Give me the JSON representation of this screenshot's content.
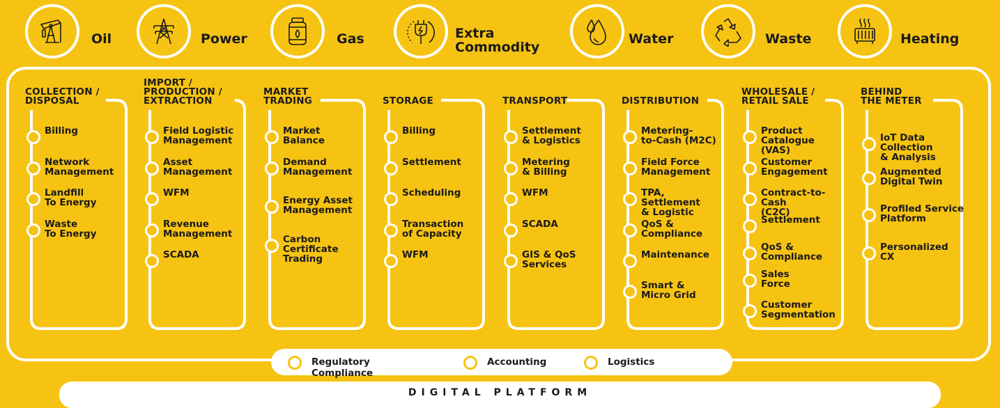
{
  "colors": {
    "background": "#f6c313",
    "line": "#ffffff",
    "text": "#1a1a1a"
  },
  "commodities": [
    {
      "label": "Oil",
      "icon": "oil-pump-icon"
    },
    {
      "label": "Power",
      "icon": "power-tower-icon"
    },
    {
      "label": "Gas",
      "icon": "gas-cylinder-icon"
    },
    {
      "label": "Extra\nCommodity",
      "icon": "plug-icon"
    },
    {
      "label": "Water",
      "icon": "water-drop-icon"
    },
    {
      "label": "Waste",
      "icon": "recycle-icon"
    },
    {
      "label": "Heating",
      "icon": "radiator-icon"
    }
  ],
  "columns": [
    {
      "title": "COLLECTION /\nDISPOSAL",
      "items": [
        "Billing",
        "Network\nManagement",
        "Landfill\nTo Energy",
        "Waste\nTo Energy"
      ]
    },
    {
      "title": "IMPORT /\nPRODUCTION /\nEXTRACTION",
      "items": [
        "Field Logistic\nManagement",
        "Asset\nManagement",
        "WFM",
        "Revenue\nManagement",
        "SCADA"
      ]
    },
    {
      "title": "MARKET\nTRADING",
      "items": [
        "Market\nBalance",
        "Demand\nManagement",
        "Energy Asset\nManagement",
        "Carbon\nCertificate\nTrading"
      ]
    },
    {
      "title": "STORAGE",
      "items": [
        "Billing",
        "Settlement",
        "Scheduling",
        "Transaction\nof Capacity",
        "WFM"
      ]
    },
    {
      "title": "TRANSPORT",
      "items": [
        "Settlement\n& Logistics",
        "Metering\n& Billing",
        "WFM",
        "SCADA",
        "GIS & QoS\nServices"
      ]
    },
    {
      "title": "DISTRIBUTION",
      "items": [
        "Metering-\nto-Cash (M2C)",
        "Field Force\nManagement",
        "TPA, Settlement\n& Logistic",
        "QoS &\nCompliance",
        "Maintenance",
        "Smart &\nMicro Grid"
      ]
    },
    {
      "title": "WHOLESALE /\nRETAIL SALE",
      "items": [
        "Product\nCatalogue (VAS)",
        "Customer\nEngagement",
        "Contract-to-Cash\n(C2C)",
        "Settlement",
        "QoS &\nCompliance",
        "Sales\nForce",
        "Customer\nSegmentation"
      ]
    },
    {
      "title": "BEHIND\nTHE METER",
      "items": [
        "IoT Data\nCollection\n& Analysis",
        "Augmented\nDigital Twin",
        "Profiled Service\nPlatform",
        "Personalized\nCX"
      ]
    }
  ],
  "common_services": [
    "Regulatory Compliance",
    "Accounting",
    "Logistics"
  ],
  "platform_label": "DIGITAL PLATFORM"
}
